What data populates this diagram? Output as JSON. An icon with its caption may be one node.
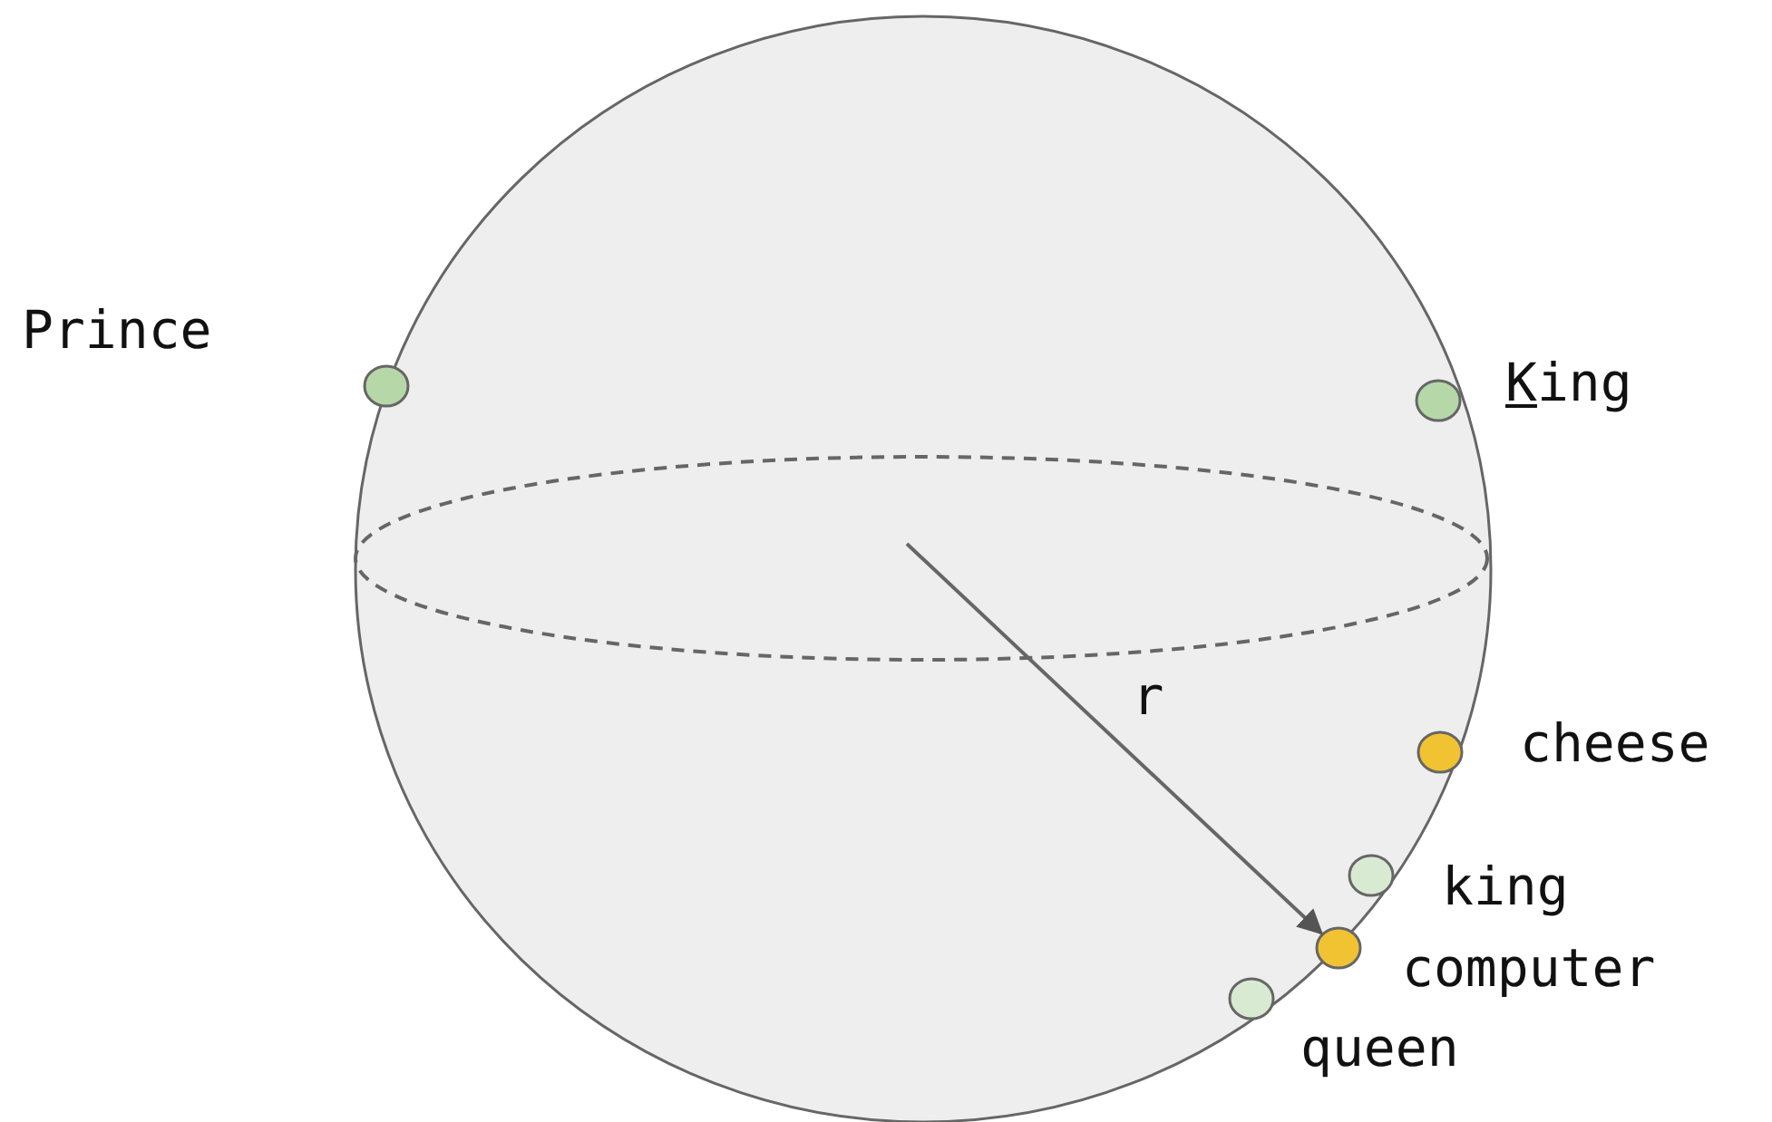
{
  "diagram": {
    "nodes": [
      {
        "text": [],
        "shape": "circle"
      },
      {
        "text": [],
        "shape": "circle",
        "in": 0,
        "beside": [
          "Prince"
        ]
      },
      {
        "text": [],
        "shape": "circle",
        "in": 0,
        "beside": [
          "King"
        ]
      },
      {
        "text": [],
        "shape": "circle",
        "in": 0,
        "beside": [
          "cheese"
        ]
      },
      {
        "text": [],
        "shape": "circle",
        "in": 0,
        "beside": [
          "king"
        ]
      },
      {
        "text": [],
        "shape": "circle",
        "in": 0,
        "beside": [
          "computer"
        ]
      },
      {
        "text": [],
        "shape": "circle",
        "in": 0,
        "beside": [
          "queen"
        ]
      }
    ],
    "edges": [
      {
        "from": null,
        "to": 5,
        "arrow": "to",
        "label": "r"
      }
    ]
  }
}
